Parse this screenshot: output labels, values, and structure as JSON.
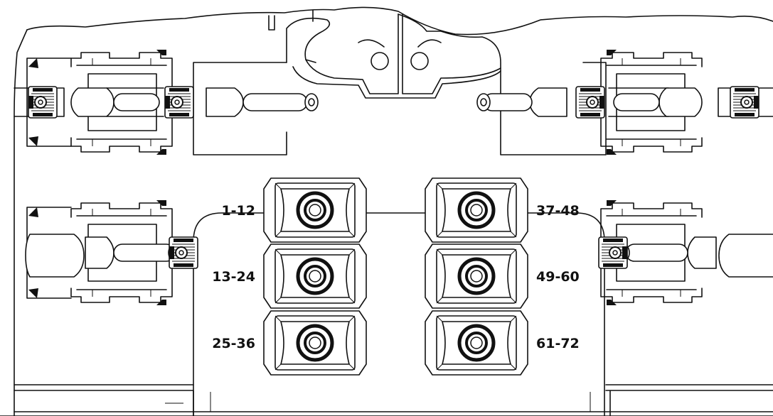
{
  "diagram": {
    "port_labels_left": [
      "1-12",
      "13-24",
      "25-36"
    ],
    "port_labels_right": [
      "37-48",
      "49-60",
      "61-72"
    ],
    "colors": {
      "line": "#111111",
      "background": "#ffffff"
    }
  }
}
